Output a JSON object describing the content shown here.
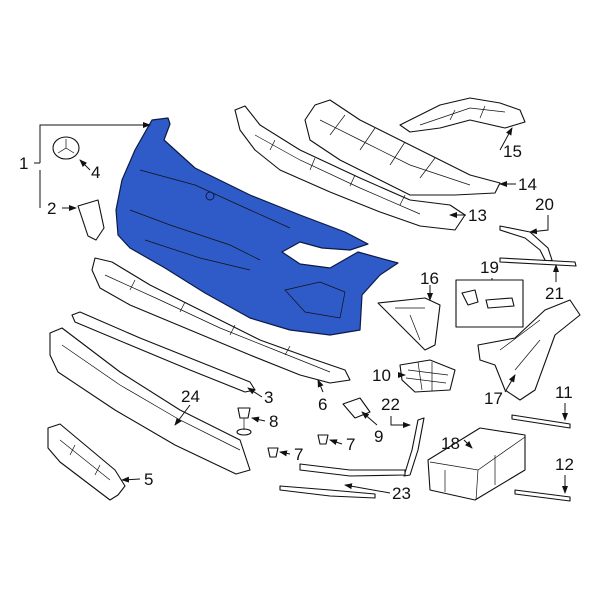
{
  "diagram": {
    "highlight_color": "#2f5bc8",
    "highlighted_part": "1",
    "callouts": {
      "n1": "1",
      "n2": "2",
      "n3": "3",
      "n4": "4",
      "n5": "5",
      "n6": "6",
      "n7a": "7",
      "n7b": "7",
      "n8": "8",
      "n9": "9",
      "n10": "10",
      "n11": "11",
      "n12": "12",
      "n13": "13",
      "n14": "14",
      "n15": "15",
      "n16": "16",
      "n17": "17",
      "n18": "18",
      "n19": "19",
      "n20": "20",
      "n21": "21",
      "n22": "22",
      "n23": "23",
      "n24": "24"
    }
  }
}
